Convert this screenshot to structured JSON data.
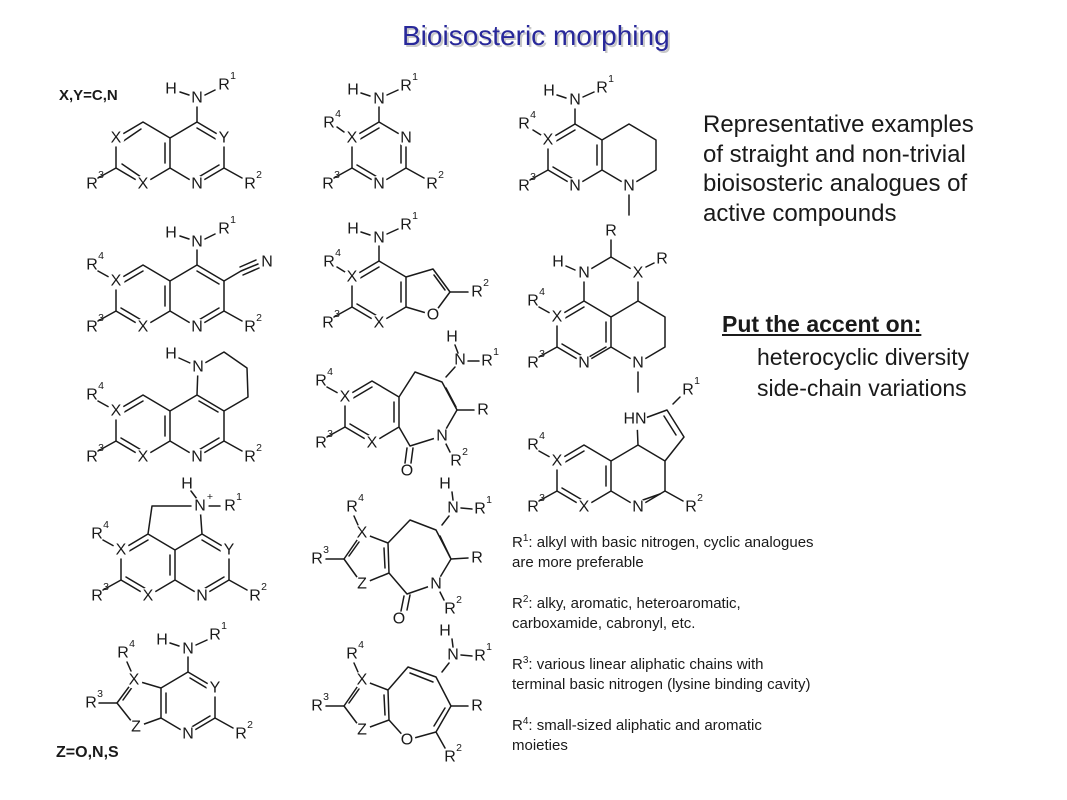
{
  "slide": {
    "title": "Bioisosteric morphing",
    "title_color": "#28289a",
    "background": "#ffffff"
  },
  "annotations": {
    "xy_definition": "X,Y=C,N",
    "z_definition": "Z=O,N,S",
    "rep_lines": [
      "Representative examples",
      "of straight and non-trivial",
      "bioisosteric analogues of",
      "active compounds"
    ],
    "accent_heading": "Put the accent on:",
    "accent_items": [
      "heterocyclic diversity",
      "side-chain variations"
    ]
  },
  "r_definitions": [
    {
      "r": "R",
      "sup": "1",
      "line1": ": alkyl with basic nitrogen, cyclic analogues",
      "line2": "are more preferable"
    },
    {
      "r": "R",
      "sup": "2",
      "line1": ": alky, aromatic, heteroaromatic,",
      "line2": "carboxamide, cabronyl, etc."
    },
    {
      "r": "R",
      "sup": "3",
      "line1": ": various linear aliphatic chains with",
      "line2": "terminal basic nitrogen (lysine binding cavity)"
    },
    {
      "r": "R",
      "sup": "4",
      "line1": ": small-sized aliphatic and aromatic",
      "line2": "moieties"
    }
  ],
  "atoms": {
    "H": "H",
    "N": "N",
    "O": "O",
    "X": "X",
    "Y": "Y",
    "Z": "Z",
    "R": "R",
    "HN": "HN",
    "plus": "+"
  },
  "sups": {
    "s1": "1",
    "s2": "2",
    "s3": "3",
    "s4": "4"
  }
}
